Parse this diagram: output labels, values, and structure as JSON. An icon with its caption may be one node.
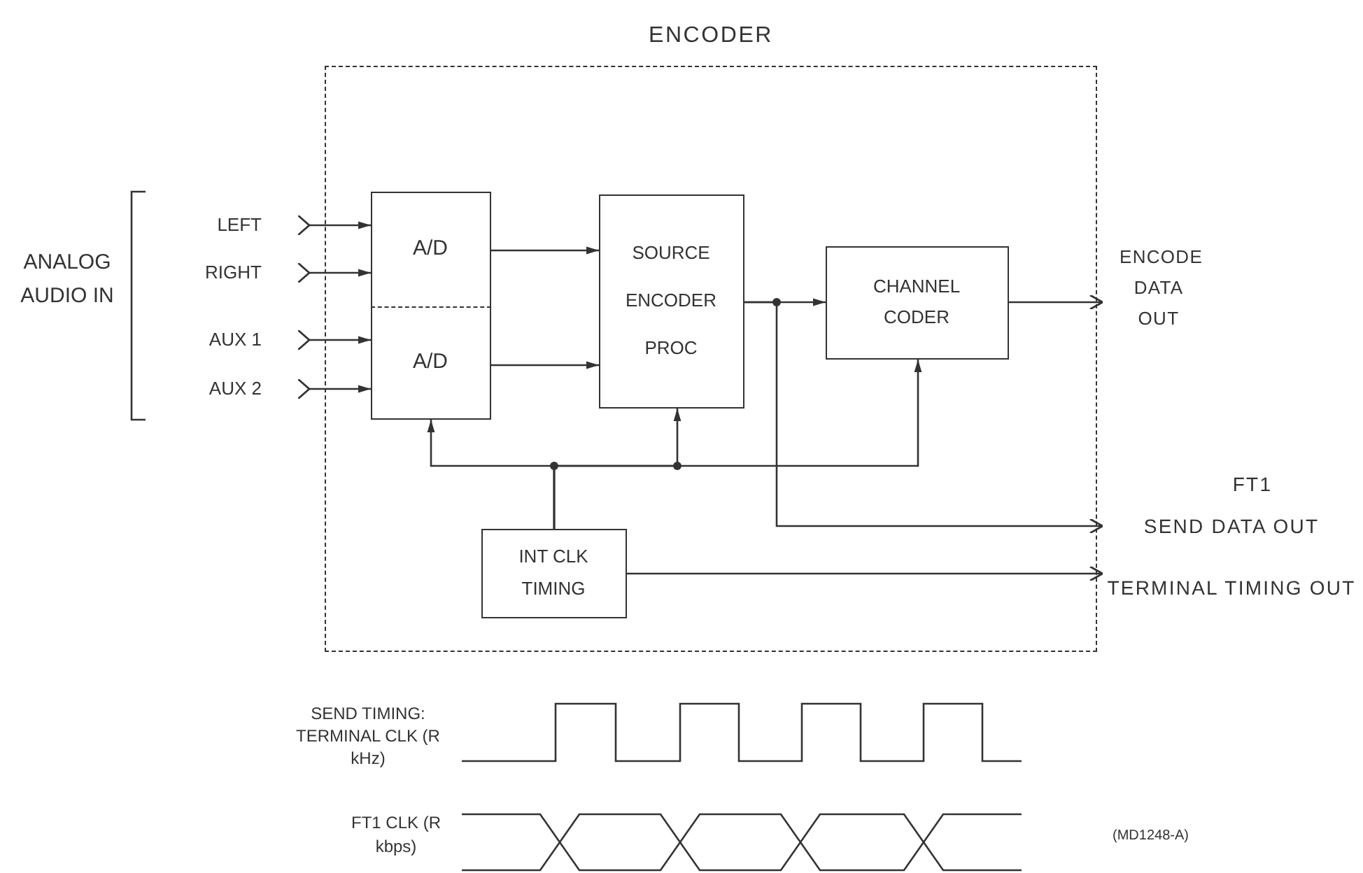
{
  "diagram": {
    "nodes": [
      {
        "text": [
          "ENCODER"
        ]
      },
      {
        "text": [
          "A/D"
        ],
        "in": 0
      },
      {
        "text": [
          "A/D"
        ],
        "in": 0
      },
      {
        "text": [
          "SOURCE ENCODER PROC"
        ],
        "in": 0
      },
      {
        "text": [
          "CHANNEL CODER"
        ],
        "in": 0
      },
      {
        "text": [
          "INT CLK TIMING"
        ],
        "in": 0
      },
      {
        "text": [
          "LEFT"
        ]
      },
      {
        "text": [
          "RIGHT"
        ]
      },
      {
        "text": [
          "AUX 1"
        ]
      },
      {
        "text": [
          "AUX 2"
        ]
      },
      {
        "text": [
          "ENCODE DATA OUT"
        ]
      },
      {
        "text": [
          "SEND DATA OUT"
        ]
      },
      {
        "text": [
          "TERMINAL TIMING OUT"
        ]
      }
    ],
    "edges": [
      {
        "from": 6,
        "to": 1,
        "arrow": "to"
      },
      {
        "from": 7,
        "to": 1,
        "arrow": "to"
      },
      {
        "from": 8,
        "to": 2,
        "arrow": "to"
      },
      {
        "from": 9,
        "to": 2,
        "arrow": "to"
      },
      {
        "from": 1,
        "to": 3,
        "arrow": "to"
      },
      {
        "from": 2,
        "to": 3,
        "arrow": "to"
      },
      {
        "from": 3,
        "to": 4,
        "arrow": "to"
      },
      {
        "from": 3,
        "to": 11,
        "arrow": "to"
      },
      {
        "from": 4,
        "to": 10,
        "arrow": "to"
      },
      {
        "from": 5,
        "to": 2,
        "arrow": "to"
      },
      {
        "from": 5,
        "to": 3,
        "arrow": "to"
      },
      {
        "from": 5,
        "to": 4,
        "arrow": "to"
      },
      {
        "from": 5,
        "to": 12,
        "arrow": "to"
      }
    ],
    "labels": [
      "ANALOG AUDIO IN",
      "FT1",
      "SEND TIMING: TERMINAL CLK (R kHz)",
      "FT1 CLK (R kbps)",
      "(MD1248-A)"
    ]
  }
}
